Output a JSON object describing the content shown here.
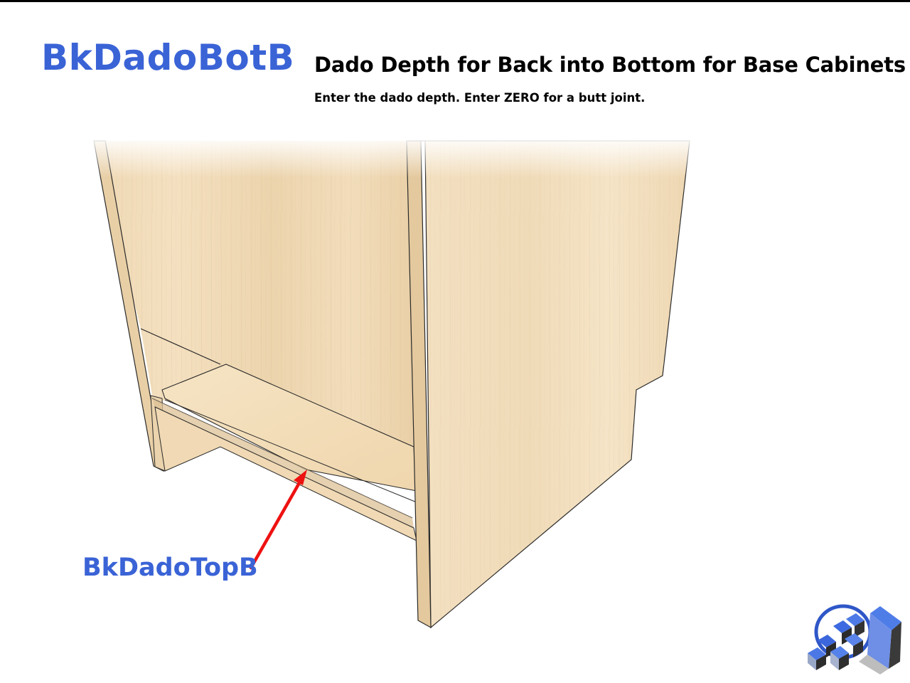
{
  "header": {
    "parameter_name": "BkDadoBotB",
    "title": "Dado Depth for Back into Bottom for Base Cabinets",
    "instruction": "Enter the dado depth. Enter ZERO for a butt joint."
  },
  "callout": {
    "label": "BkDadoTopB",
    "arrow_color": "#ee1111"
  },
  "colors": {
    "accent": "#3a63d6",
    "wood_light": "#f1dcb8",
    "wood_mid": "#e6cca3",
    "edge": "#2a2a2a"
  },
  "logo": {
    "icon": "cube-stack-logo-icon"
  }
}
